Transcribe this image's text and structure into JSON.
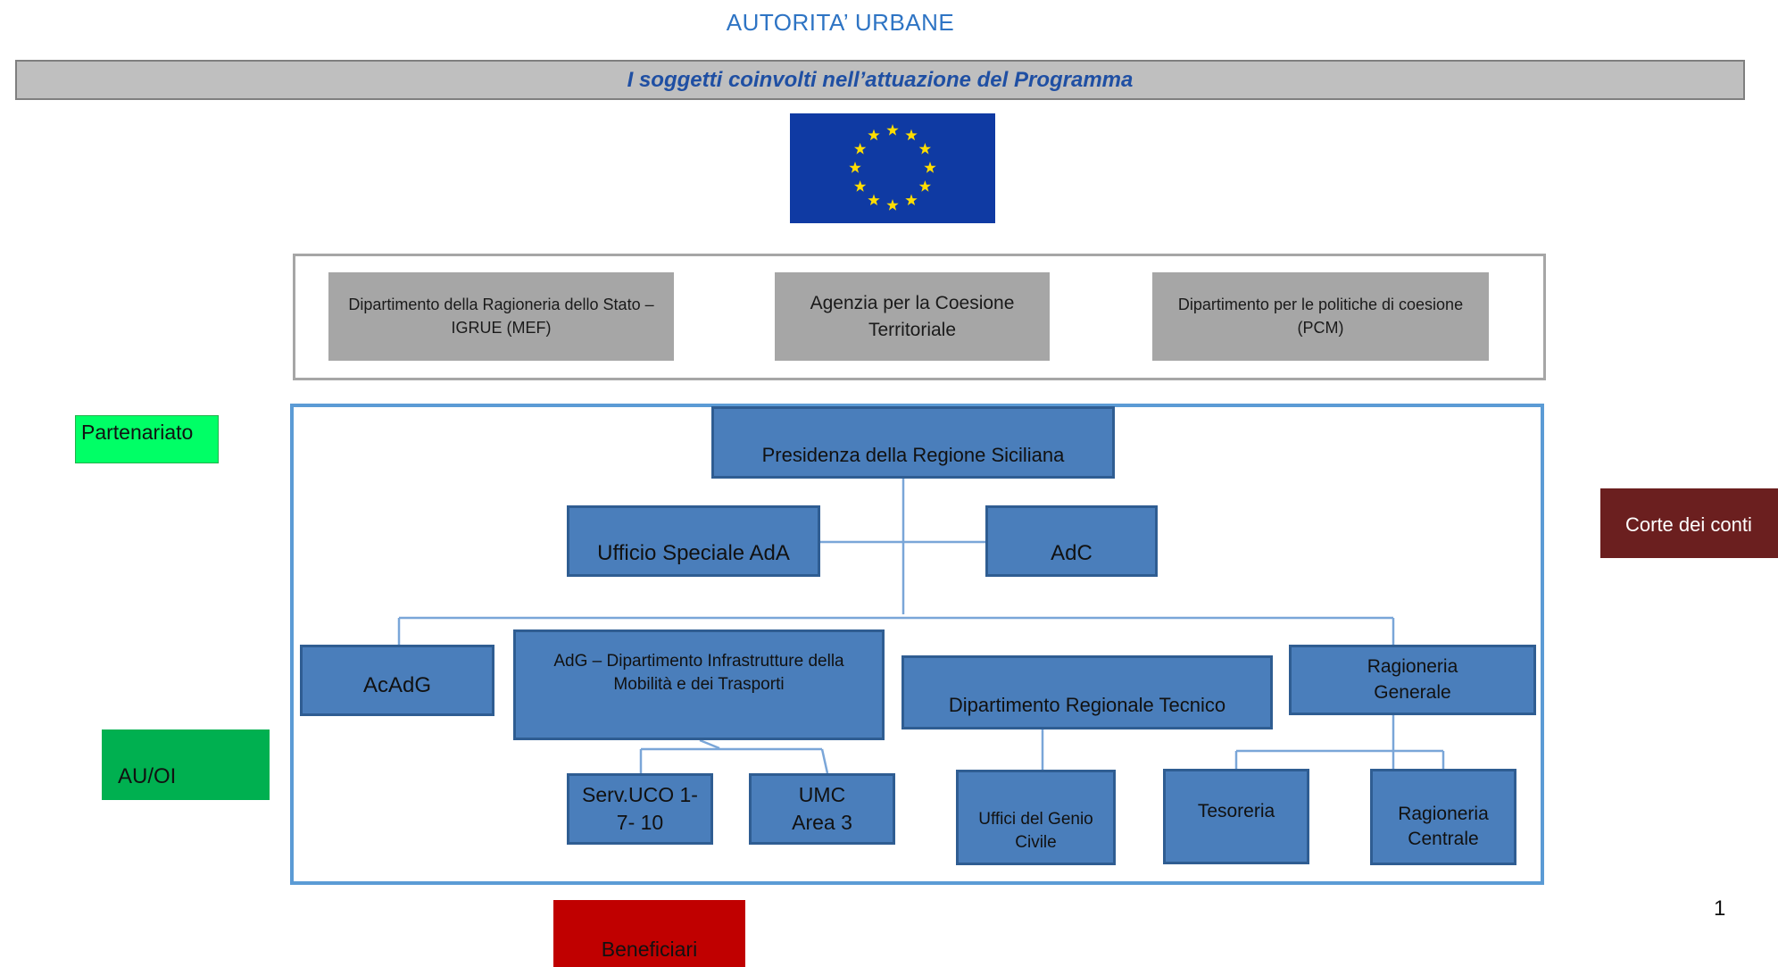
{
  "header": {
    "title": "AUTORITA’ URBANE",
    "subtitle": "I soggetti coinvolti nell’attuazione del Programma"
  },
  "colors": {
    "title": "#2e74c4",
    "subtitle_bar": "#bfbfbf",
    "flag_blue": "#0f3aa3",
    "flag_star": "#ffdd00",
    "national_box": "#a6a6a6",
    "regional_frame": "#5b9bd5",
    "org_box": "#4a7ebb",
    "partenariato": "#00ff66",
    "au_oi": "#00b050",
    "beneficiari": "#c00000",
    "corte_dei_conti": "#6b1f1f"
  },
  "national": {
    "igrue": "Dipartimento della Ragioneria dello Stato – IGRUE (MEF)",
    "agenzia": "Agenzia per la Coesione Territoriale",
    "pcm": "Dipartimento per le politiche di coesione (PCM)"
  },
  "regional": {
    "presidenza": "Presidenza della Regione Siciliana",
    "ada": "Ufficio Speciale AdA",
    "adc": "AdC",
    "acadg": "AcAdG",
    "adg": "AdG – Dipartimento Infrastrutture della Mobilità e dei Trasporti",
    "drt": "Dipartimento Regionale Tecnico",
    "ragioneria_generale": "Ragioneria Generale",
    "serv_uco": "Serv.UCO 1- 7- 10",
    "umc": "UMC Area 3",
    "genio_civile": "Uffici del Genio Civile",
    "tesoreria": "Tesoreria",
    "ragioneria_centrale": "Ragioneria Centrale"
  },
  "side": {
    "partenariato": "Partenariato",
    "au_oi": "AU/OI",
    "beneficiari": "Beneficiari",
    "corte_dei_conti": "Corte dei conti"
  },
  "page_number": "1"
}
